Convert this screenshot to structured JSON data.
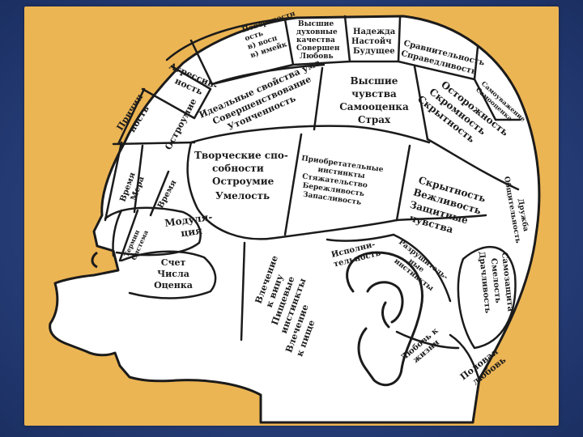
{
  "colors": {
    "background": "#2a4380",
    "panel": "#ecb553",
    "head": "#ffffff",
    "ink": "#1b1b1b"
  },
  "zones": {
    "poverhnost": [
      "Поверхностн",
      "ость",
      "в) восп",
      "в) имейк"
    ],
    "vysshie": [
      "Высшие",
      "духовные",
      "качества",
      "Совершен",
      "Любовь"
    ],
    "nadezhda": [
      "Надежда",
      "Настойч",
      "Будущее"
    ],
    "sravnitelnost": [
      "Сравнительность",
      "Справедливость"
    ],
    "agressivnost": [
      "Агрессив-",
      "ность"
    ],
    "idealnye": [
      "Идеальные свойства ума",
      "Совершенствование",
      "Утонченность"
    ],
    "vysshie_chuvstva": [
      "Высшие",
      "чувства",
      "Самооценка",
      "Страх"
    ],
    "samootsenka_edge": [
      "Самоуважение",
      "Самооценка"
    ],
    "ostorozhnost": [
      "Осторожность",
      "Скромность",
      "Скрытность"
    ],
    "prichinnost": [
      "Причин-",
      "ность"
    ],
    "ostroumie": "Остроумие",
    "tvorcheskie": [
      "Творческие спо-",
      "собности",
      "Остроумие",
      "Умелость"
    ],
    "priobretatelnye": [
      "Приобретательные",
      "инстинкты",
      "Стяжательство",
      "Бережливость",
      "Запасливость"
    ],
    "skrytnost": [
      "Скрытность",
      "Вежливость",
      "Защитные",
      "чувства"
    ],
    "druzhba": [
      "Дружба",
      "Общительность"
    ],
    "vremya_mera": [
      "Время",
      "Мера"
    ],
    "vremya": "Время",
    "modulyatsiya": [
      "Модуля-",
      "ция"
    ],
    "termin_sistema": [
      "Термин",
      "Система"
    ],
    "schet": [
      "Счет",
      "Числа",
      "Оценка"
    ],
    "vlechenie": [
      "Влечение",
      "к вину",
      "Пищевые",
      "инстинкты",
      "Влечение",
      "к пище"
    ],
    "ispolnitelnost": [
      "Исполни-",
      "тельность"
    ],
    "razrushitelnye": [
      "Разрушитель-",
      "ные",
      "инстинкты"
    ],
    "samozashchita": [
      "Самозащита",
      "Смелость",
      "Драчливость"
    ],
    "lyubov_k_zhizni": [
      "Любовь к",
      "жизни"
    ],
    "polovaya": [
      "Половая",
      "любовь"
    ]
  }
}
